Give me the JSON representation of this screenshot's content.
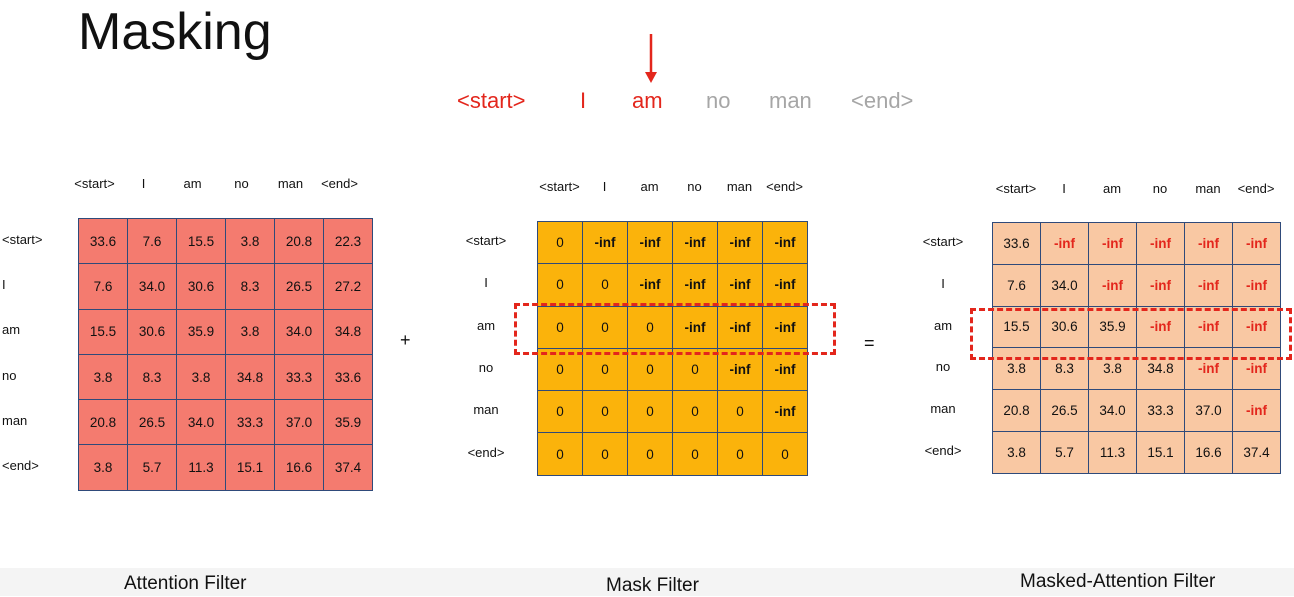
{
  "title": "Masking",
  "sequence": {
    "tokens": [
      {
        "text": "<start>",
        "color": "#e3261c"
      },
      {
        "text": "I",
        "color": "#e3261c"
      },
      {
        "text": "am",
        "color": "#e3261c"
      },
      {
        "text": "no",
        "color": "#a6a6a6"
      },
      {
        "text": "man",
        "color": "#a6a6a6"
      },
      {
        "text": "<end>",
        "color": "#a6a6a6"
      }
    ]
  },
  "operators": {
    "plus": "+",
    "equals": "="
  },
  "matrices": [
    {
      "caption": "Attention Filter",
      "col_labels": [
        "<start>",
        "I",
        "am",
        "no",
        "man",
        "<end>"
      ],
      "row_labels": [
        "<start>",
        "I",
        "am",
        "no",
        "man",
        "<end>"
      ],
      "cells": [
        [
          "33.6",
          "7.6",
          "15.5",
          "3.8",
          "20.8",
          "22.3"
        ],
        [
          "7.6",
          "34.0",
          "30.6",
          "8.3",
          "26.5",
          "27.2"
        ],
        [
          "15.5",
          "30.6",
          "35.9",
          "3.8",
          "34.0",
          "34.8"
        ],
        [
          "3.8",
          "8.3",
          "3.8",
          "34.8",
          "33.3",
          "33.6"
        ],
        [
          "20.8",
          "26.5",
          "34.0",
          "33.3",
          "37.0",
          "35.9"
        ],
        [
          "3.8",
          "5.7",
          "11.3",
          "15.1",
          "16.6",
          "37.4"
        ]
      ]
    },
    {
      "caption": "Mask Filter",
      "col_labels": [
        "<start>",
        "I",
        "am",
        "no",
        "man",
        "<end>"
      ],
      "row_labels": [
        "<start>",
        "I",
        "am",
        "no",
        "man",
        "<end>"
      ],
      "cells": [
        [
          "0",
          "-inf",
          "-inf",
          "-inf",
          "-inf",
          "-inf"
        ],
        [
          "0",
          "0",
          "-inf",
          "-inf",
          "-inf",
          "-inf"
        ],
        [
          "0",
          "0",
          "0",
          "-inf",
          "-inf",
          "-inf"
        ],
        [
          "0",
          "0",
          "0",
          "0",
          "-inf",
          "-inf"
        ],
        [
          "0",
          "0",
          "0",
          "0",
          "0",
          "-inf"
        ],
        [
          "0",
          "0",
          "0",
          "0",
          "0",
          "0"
        ]
      ]
    },
    {
      "caption": "Masked-Attention Filter",
      "col_labels": [
        "<start>",
        "I",
        "am",
        "no",
        "man",
        "<end>"
      ],
      "row_labels": [
        "<start>",
        "I",
        "am",
        "no",
        "man",
        "<end>"
      ],
      "cells": [
        [
          "33.6",
          "-inf",
          "-inf",
          "-inf",
          "-inf",
          "-inf"
        ],
        [
          "7.6",
          "34.0",
          "-inf",
          "-inf",
          "-inf",
          "-inf"
        ],
        [
          "15.5",
          "30.6",
          "35.9",
          "-inf",
          "-inf",
          "-inf"
        ],
        [
          "3.8",
          "8.3",
          "3.8",
          "34.8",
          "-inf",
          "-inf"
        ],
        [
          "20.8",
          "26.5",
          "34.0",
          "33.3",
          "37.0",
          "-inf"
        ],
        [
          "3.8",
          "5.7",
          "11.3",
          "15.1",
          "16.6",
          "37.4"
        ]
      ]
    }
  ],
  "highlight_color": "#e3261c"
}
